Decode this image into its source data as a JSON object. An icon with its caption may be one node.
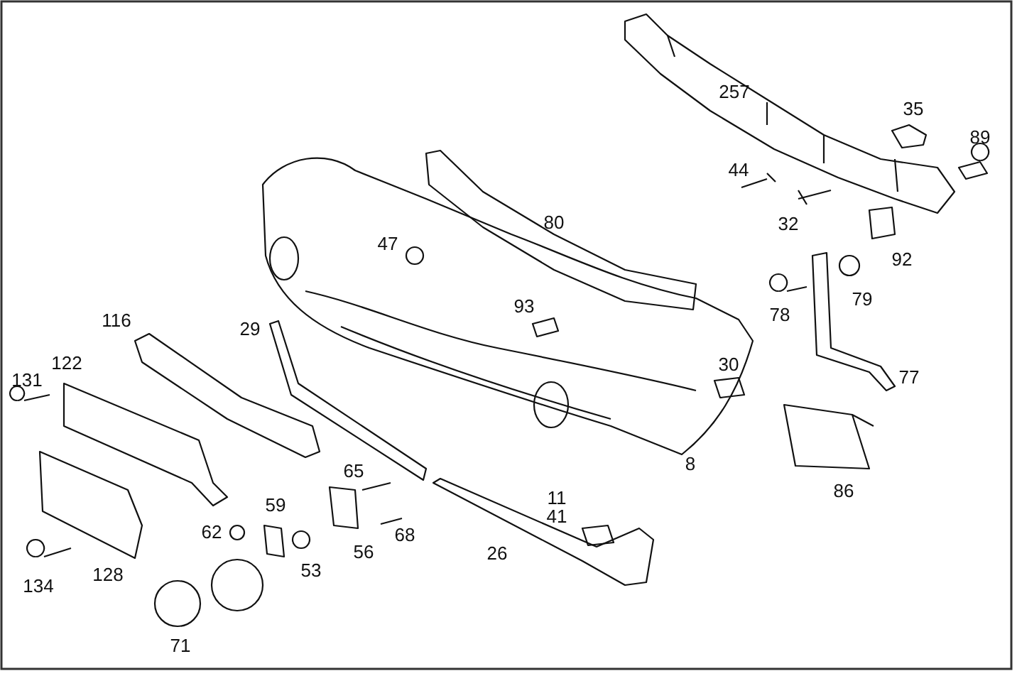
{
  "diagram": {
    "labels": [
      "257",
      "35",
      "89",
      "44",
      "32",
      "80",
      "47",
      "92",
      "78",
      "79",
      "93",
      "116",
      "29",
      "30",
      "122",
      "131",
      "77",
      "8",
      "86",
      "65",
      "11",
      "59",
      "41",
      "62",
      "68",
      "56",
      "53",
      "26",
      "134",
      "128",
      "71"
    ]
  }
}
